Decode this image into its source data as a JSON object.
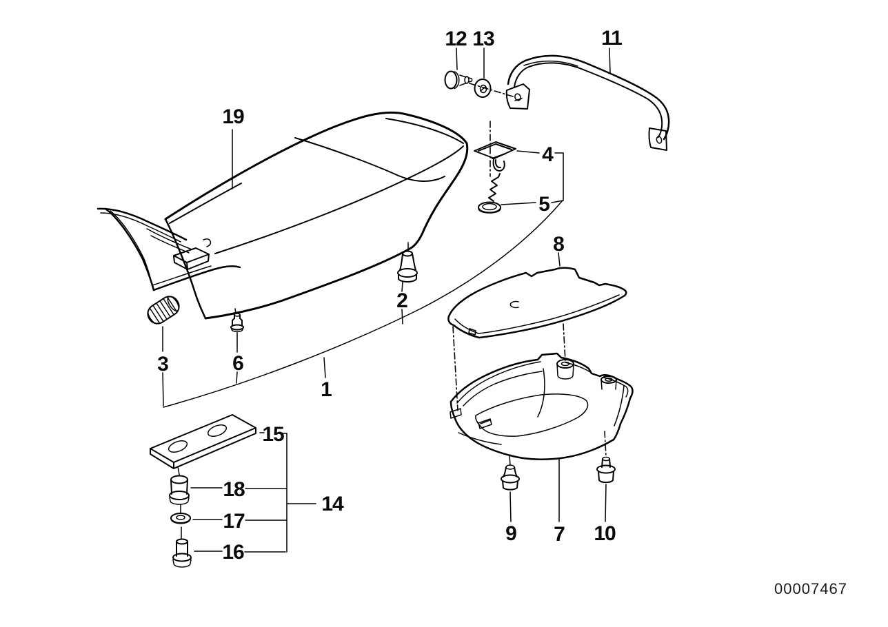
{
  "page": {
    "diagram_number": "00007467",
    "background_color": "#ffffff",
    "line_color": "#000000",
    "text_color": "#0a0a0a"
  },
  "callouts": {
    "p1": {
      "label": "1"
    },
    "p2": {
      "label": "2"
    },
    "p3": {
      "label": "3"
    },
    "p4": {
      "label": "4"
    },
    "p5": {
      "label": "5"
    },
    "p6": {
      "label": "6"
    },
    "p7": {
      "label": "7"
    },
    "p8": {
      "label": "8"
    },
    "p9": {
      "label": "9"
    },
    "p10": {
      "label": "10"
    },
    "p11": {
      "label": "11"
    },
    "p12": {
      "label": "12"
    },
    "p13": {
      "label": "13"
    },
    "p14": {
      "label": "14"
    },
    "p15": {
      "label": "15"
    },
    "p16": {
      "label": "16"
    },
    "p17": {
      "label": "17"
    },
    "p18": {
      "label": "18"
    },
    "p19": {
      "label": "19"
    }
  }
}
